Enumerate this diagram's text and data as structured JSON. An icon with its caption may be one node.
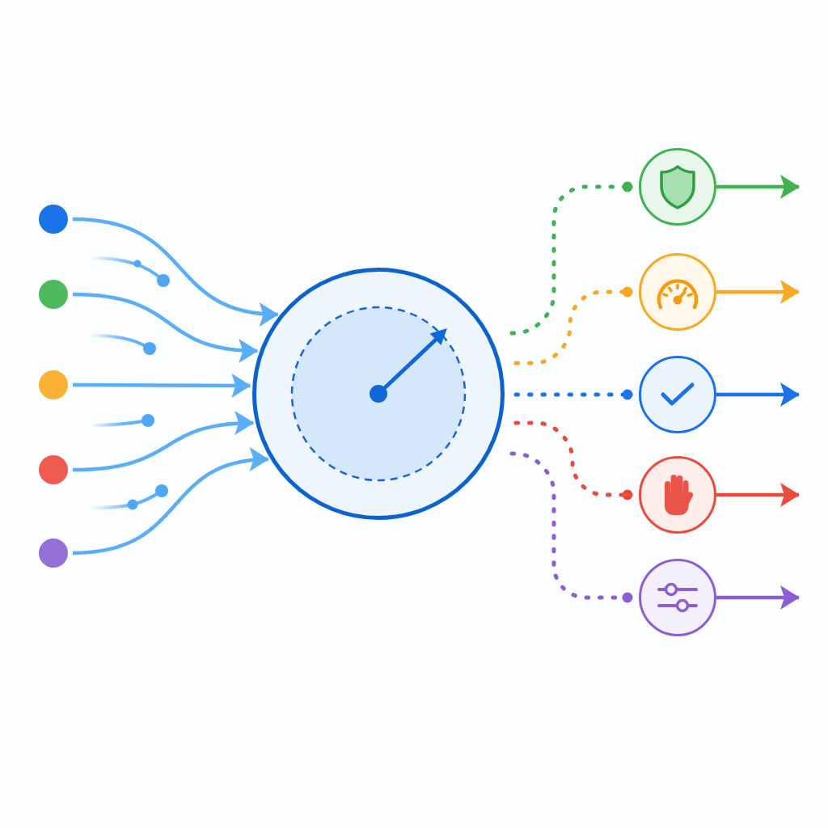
{
  "diagram": {
    "nodes": [
      {
        "text": [],
        "shape": "circle"
      },
      {
        "text": [],
        "shape": "circle"
      },
      {
        "text": [],
        "shape": "circle"
      },
      {
        "text": [],
        "shape": "circle"
      },
      {
        "text": [],
        "shape": "circle"
      },
      {
        "text": [],
        "shape": "circle"
      },
      {
        "text": [],
        "shape": "circle"
      },
      {
        "text": [],
        "shape": "circle"
      },
      {
        "text": [],
        "shape": "circle"
      },
      {
        "text": [],
        "shape": "circle"
      },
      {
        "text": [],
        "shape": "circle"
      }
    ],
    "edges": [
      {
        "from": 0,
        "to": 5,
        "arrow": "to"
      },
      {
        "from": 1,
        "to": 5,
        "arrow": "to"
      },
      {
        "from": 2,
        "to": 5,
        "arrow": "to"
      },
      {
        "from": 3,
        "to": 5,
        "arrow": "to"
      },
      {
        "from": 4,
        "to": 5,
        "arrow": "to"
      },
      {
        "from": 5,
        "to": 6,
        "arrow": "other",
        "style": "dashed",
        "color": "#3fb34f"
      },
      {
        "from": 5,
        "to": 7,
        "arrow": "other",
        "style": "dashed",
        "color": "#f9a825"
      },
      {
        "from": 5,
        "to": 8,
        "arrow": "other",
        "style": "dashed",
        "color": "#1a73e8"
      },
      {
        "from": 5,
        "to": 9,
        "arrow": "other",
        "style": "dashed",
        "color": "#e94b3c"
      },
      {
        "from": 5,
        "to": 10,
        "arrow": "other",
        "style": "dashed",
        "color": "#8b5fd3"
      },
      {
        "from": 6,
        "to": null,
        "arrow": "to",
        "color": "#3fb34f"
      },
      {
        "from": 7,
        "to": null,
        "arrow": "to",
        "color": "#f9a825"
      },
      {
        "from": 8,
        "to": null,
        "arrow": "to",
        "color": "#1a73e8"
      },
      {
        "from": 9,
        "to": null,
        "arrow": "to",
        "color": "#e94b3c"
      },
      {
        "from": 10,
        "to": null,
        "arrow": "to",
        "color": "#8b5fd3"
      }
    ]
  }
}
